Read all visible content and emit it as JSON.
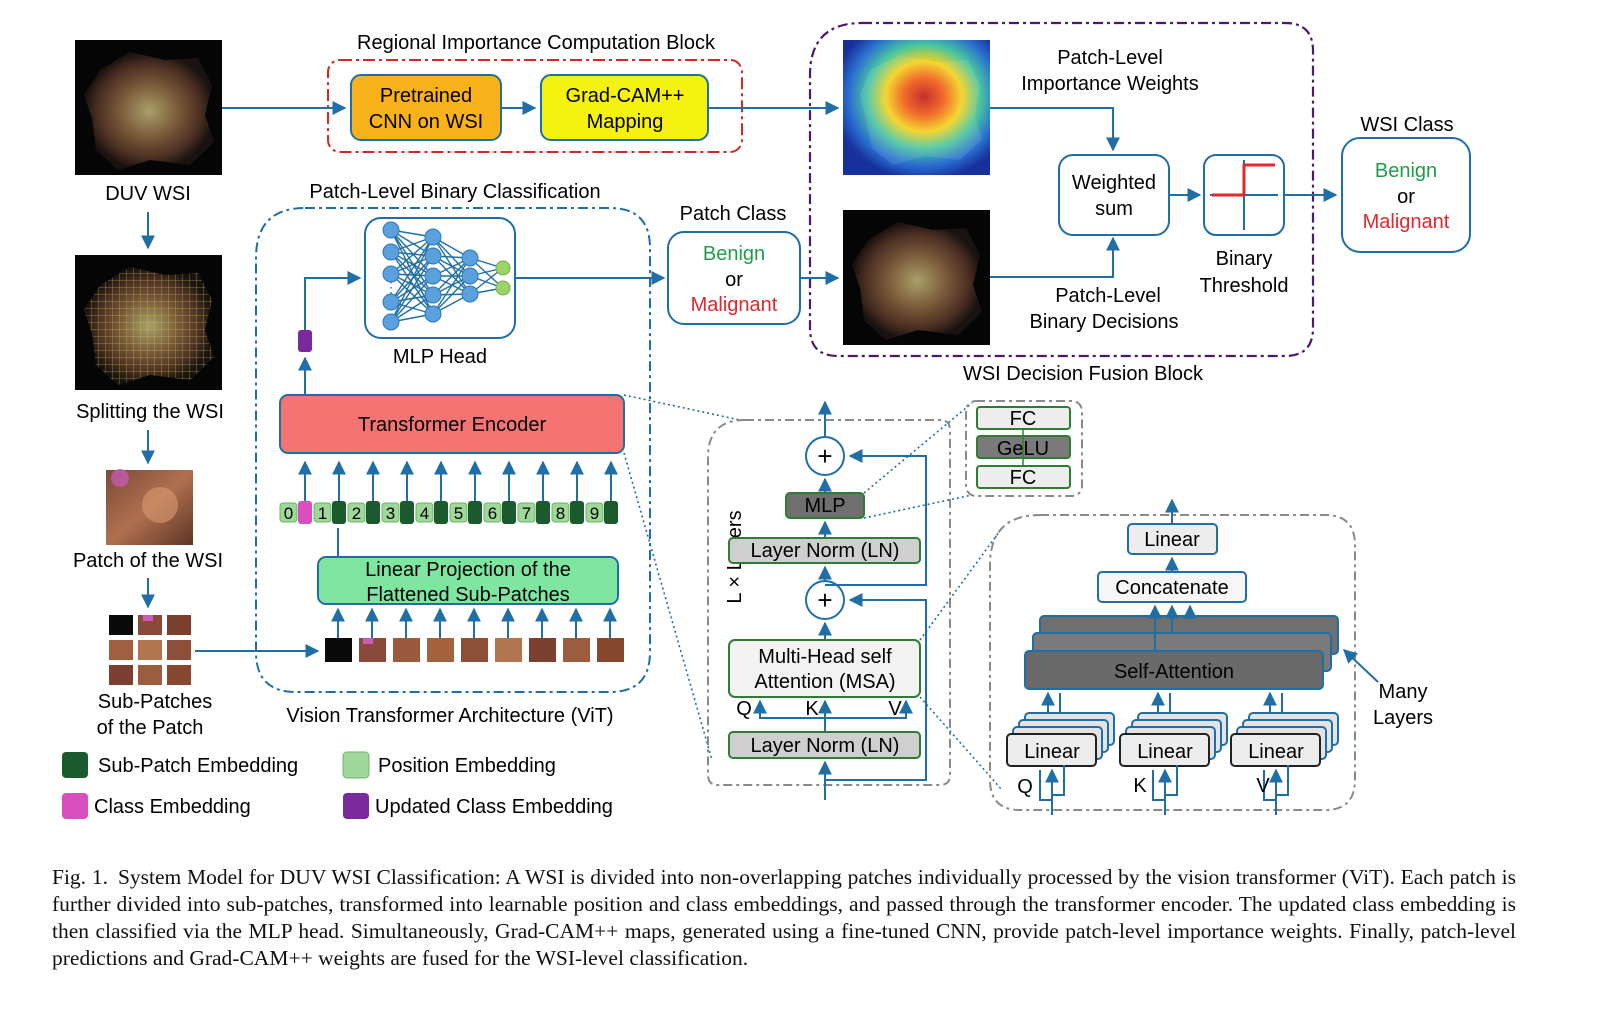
{
  "colors": {
    "flow": "#1f6fa6",
    "benign": "#1f9e4a",
    "malignant": "#e0282d",
    "red_dash": "#d62728",
    "purple_dash": "#4b1a6b",
    "blue_dashdot": "#1f6fa6",
    "grey_dash": "#8a8a8a",
    "cnn_fill": "#f9b21a",
    "gradcam_fill": "#f5f212",
    "encoder_fill": "#f47474",
    "projection_fill": "#7fe6a2",
    "mlp_fill": "#6f6f6f",
    "layernorm_fill": "#cfcfcf",
    "sub_patch_embedding": "#1b5a2c",
    "position_embedding": "#9fd89a",
    "class_embedding": "#d94fc0",
    "updated_class_embedding": "#7b2a9e"
  },
  "left_column": {
    "duv_wsi": "DUV WSI",
    "split": "Splitting the WSI",
    "patch": "Patch of the WSI",
    "sub_patches_line1": "Sub-Patches",
    "sub_patches_line2": "of the Patch"
  },
  "regional_block": {
    "title": "Regional Importance Computation Block",
    "cnn_line1": "Pretrained",
    "cnn_line2": "CNN on WSI",
    "gradcam_line1": "Grad-CAM++",
    "gradcam_line2": "Mapping"
  },
  "vit": {
    "binary_title": "Patch-Level Binary Classification",
    "mlp_head": "MLP Head",
    "encoder": "Transformer Encoder",
    "projection_line1": "Linear Projection of the",
    "projection_line2": "Flattened Sub-Patches",
    "title": "Vision Transformer Architecture (ViT)",
    "token_numbers": [
      "0",
      "1",
      "2",
      "3",
      "4",
      "5",
      "6",
      "7",
      "8",
      "9"
    ]
  },
  "patch_class": {
    "title": "Patch Class",
    "benign": "Benign",
    "or": "or",
    "malignant": "Malignant"
  },
  "fusion": {
    "importance_line1": "Patch-Level",
    "importance_line2": "Importance Weights",
    "decisions_line1": "Patch-Level",
    "decisions_line2": "Binary Decisions",
    "weighted_line1": "Weighted",
    "weighted_line2": "sum",
    "threshold_line1": "Binary",
    "threshold_line2": "Threshold",
    "title": "WSI Decision Fusion Block"
  },
  "wsi_class": {
    "title": "WSI Class",
    "benign": "Benign",
    "or": "or",
    "malignant": "Malignant"
  },
  "encoder_detail": {
    "layers": "L × Layers",
    "plus": "+",
    "mlp": "MLP",
    "layer_norm": "Layer Norm (LN)",
    "msa_line1": "Multi-Head self",
    "msa_line2": "Attention (MSA)",
    "q": "Q",
    "k": "K",
    "v": "V"
  },
  "mlp_detail": {
    "fc1": "FC",
    "gelu": "GeLU",
    "fc2": "FC"
  },
  "msa_detail": {
    "linear_top": "Linear",
    "concatenate": "Concatenate",
    "self_attention": "Self-Attention",
    "linear": "Linear",
    "q": "Q",
    "k": "K",
    "v": "V",
    "many_line1": "Many",
    "many_line2": "Layers"
  },
  "legend": {
    "sub_patch_embedding": "Sub-Patch Embedding",
    "position_embedding": "Position Embedding",
    "class_embedding": "Class Embedding",
    "updated_class_embedding": "Updated Class Embedding"
  },
  "caption": {
    "label": "Fig. 1.",
    "text": "System Model for DUV WSI Classification: A WSI is divided into non-overlapping patches individually processed by the vision transformer (ViT). Each patch is further divided into sub-patches, transformed into learnable position and class embeddings, and passed through the transformer encoder. The updated class embedding is then classified via the MLP head. Simultaneously, Grad-CAM++ maps, generated using a fine-tuned CNN, provide patch-level importance weights. Finally, patch-level predictions and Grad-CAM++ weights are fused for the WSI-level classification."
  }
}
